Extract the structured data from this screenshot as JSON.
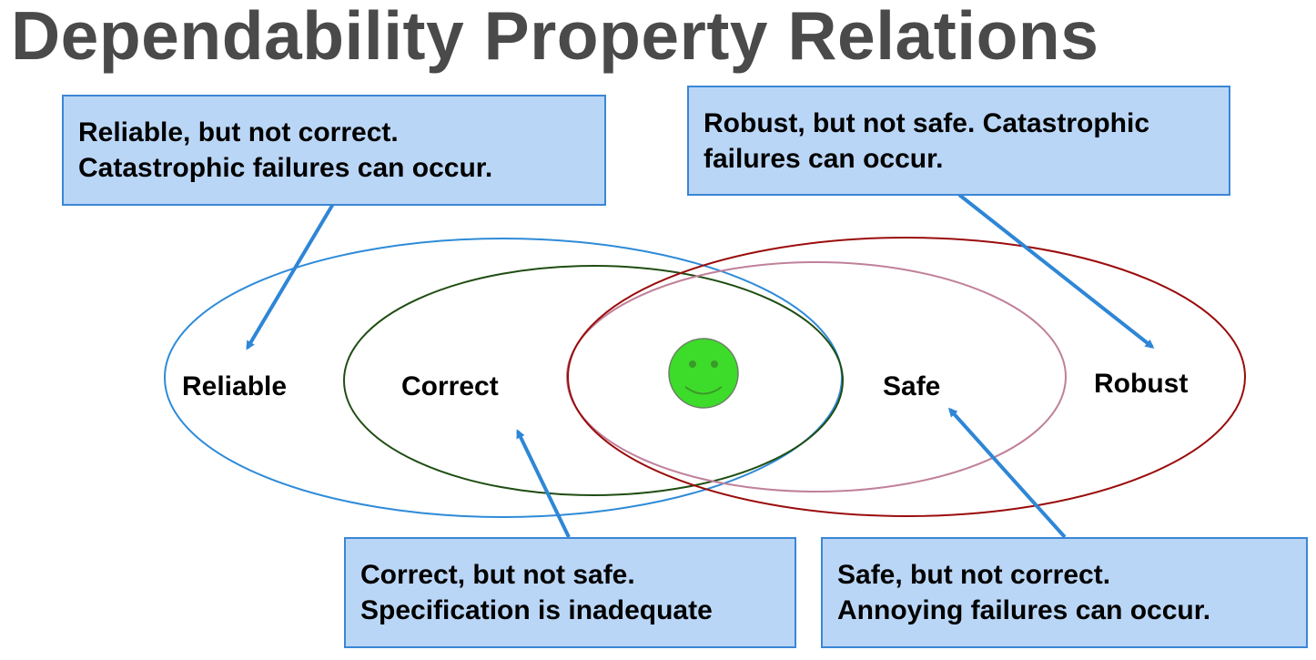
{
  "title": "Dependability Property Relations",
  "sets": {
    "reliable": "Reliable",
    "correct": "Correct",
    "safe": "Safe",
    "robust": "Robust"
  },
  "callouts": {
    "reliable_not_correct": {
      "line1": "Reliable, but not correct.",
      "line2": "Catastrophic failures can occur."
    },
    "robust_not_safe": {
      "line1": "Robust, but not safe. Catastrophic",
      "line2": "failures can occur."
    },
    "correct_not_safe": {
      "line1": "Correct, but not safe.",
      "line2": "Specification is inadequate"
    },
    "safe_not_correct": {
      "line1": "Safe, but not correct.",
      "line2": "Annoying failures can occur."
    }
  },
  "colors": {
    "reliable_outline": "#2e8bd8",
    "correct_outline": "#1f4d12",
    "safe_outline": "#c0809a",
    "robust_outline": "#9a0c0c",
    "callout_fill": "#bad6f6",
    "callout_border": "#3a86d6",
    "arrow": "#2e86d6",
    "smiley_fill": "#3ddc2a",
    "title_color": "#4a4a4a"
  },
  "center_icon": "smiley-face-icon"
}
